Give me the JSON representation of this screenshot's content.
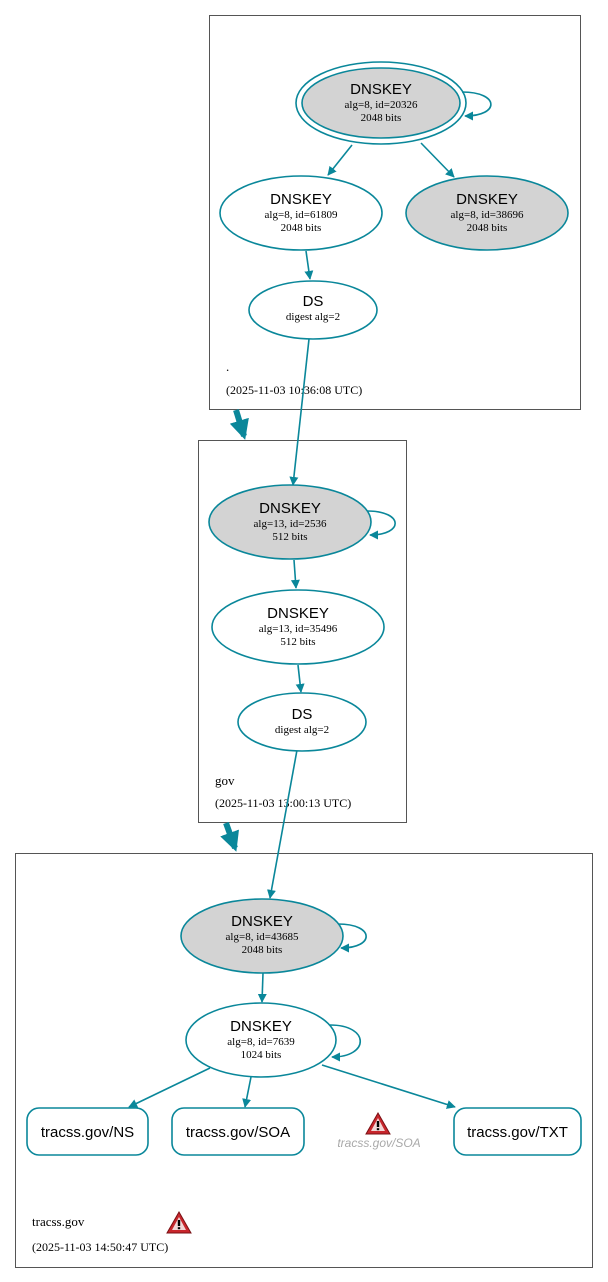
{
  "colors": {
    "edge": "#0a879a",
    "key_fill_ksk": "#d3d3d3",
    "key_fill_zsk": "#ffffff",
    "zone_border": "#555555",
    "warning_red": "#c8262c",
    "ghost_text": "#a9a9a9"
  },
  "zones": {
    "root": {
      "name": ".",
      "timestamp": "(2025-11-03 10:36:08 UTC)"
    },
    "gov": {
      "name": "gov",
      "timestamp": "(2025-11-03 13:00:13 UTC)"
    },
    "tracss": {
      "name": "tracss.gov",
      "timestamp": "(2025-11-03 14:50:47 UTC)"
    }
  },
  "nodes": {
    "root_ksk": {
      "title": "DNSKEY",
      "line1": "alg=8, id=20326",
      "line2": "2048 bits"
    },
    "root_zsk": {
      "title": "DNSKEY",
      "line1": "alg=8, id=61809",
      "line2": "2048 bits"
    },
    "root_key3": {
      "title": "DNSKEY",
      "line1": "alg=8, id=38696",
      "line2": "2048 bits"
    },
    "root_ds": {
      "title": "DS",
      "line1": "digest alg=2"
    },
    "gov_ksk": {
      "title": "DNSKEY",
      "line1": "alg=13, id=2536",
      "line2": "512 bits"
    },
    "gov_zsk": {
      "title": "DNSKEY",
      "line1": "alg=13, id=35496",
      "line2": "512 bits"
    },
    "gov_ds": {
      "title": "DS",
      "line1": "digest alg=2"
    },
    "tracss_ksk": {
      "title": "DNSKEY",
      "line1": "alg=8, id=43685",
      "line2": "2048 bits"
    },
    "tracss_zsk": {
      "title": "DNSKEY",
      "line1": "alg=8, id=7639",
      "line2": "1024 bits"
    },
    "rr_ns": {
      "label": "tracss.gov/NS"
    },
    "rr_soa": {
      "label": "tracss.gov/SOA"
    },
    "rr_soa_ghost": {
      "label": "tracss.gov/SOA"
    },
    "rr_txt": {
      "label": "tracss.gov/TXT"
    }
  },
  "icons": {
    "soa_warning": "warning-triangle-icon",
    "zone_warning": "warning-triangle-icon"
  }
}
